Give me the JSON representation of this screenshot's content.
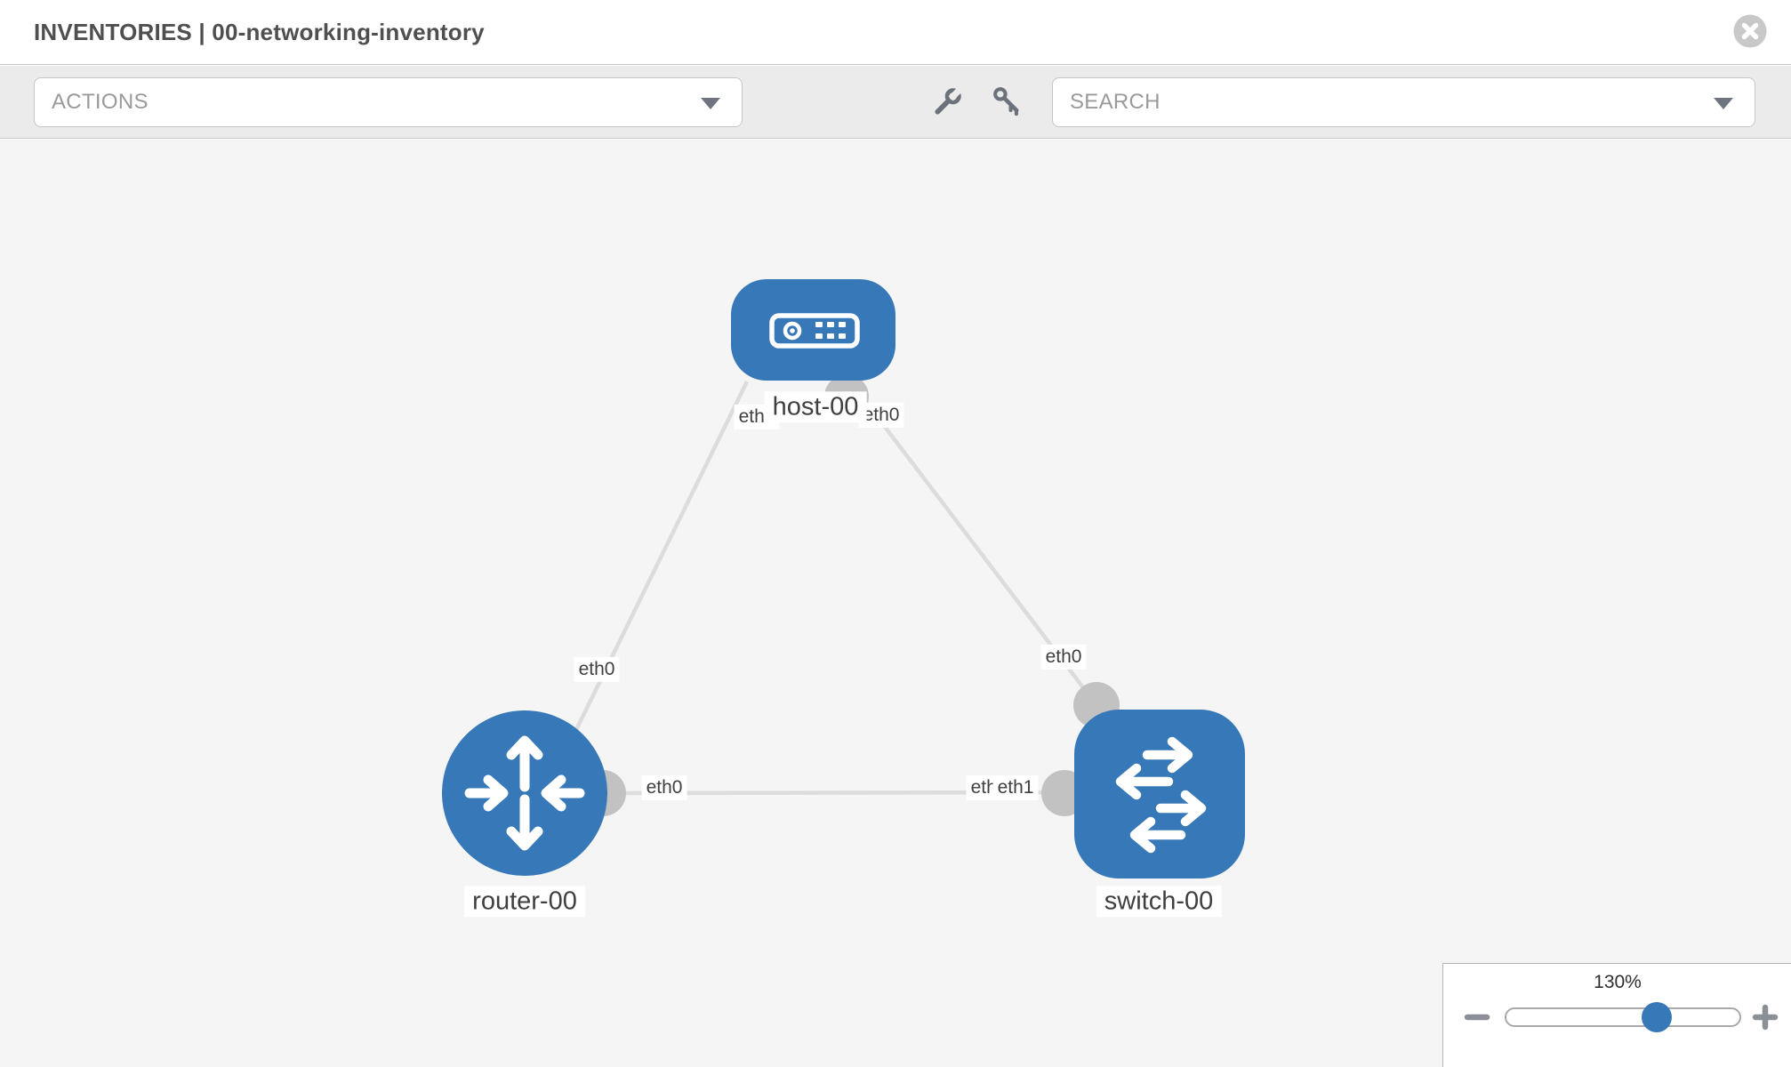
{
  "header": {
    "title": "INVENTORIES | 00-networking-inventory"
  },
  "toolbar": {
    "actions_label": "ACTIONS",
    "search_placeholder": "SEARCH"
  },
  "topology": {
    "nodes": {
      "host": {
        "label": "host-00",
        "type": "host"
      },
      "router": {
        "label": "router-00",
        "type": "router"
      },
      "switch": {
        "label": "switch-00",
        "type": "switch"
      }
    },
    "interfaces": {
      "host_left": "eth0",
      "host_right": "eth0",
      "router_top": "eth0",
      "switch_top": "eth0",
      "link_router_side": "eth0",
      "link_switch_hidden": "eth0",
      "link_switch_side": "eth1"
    },
    "edges": [
      {
        "from": "host-00",
        "to": "router-00"
      },
      {
        "from": "host-00",
        "to": "switch-00"
      },
      {
        "from": "router-00",
        "to": "switch-00"
      }
    ]
  },
  "zoom_control": {
    "level": "130%",
    "percent": 130
  },
  "colors": {
    "node_blue": "#3778b8",
    "edge_gray": "#dcdcdc",
    "port_gray": "#c2c2c2",
    "canvas_bg": "#f5f5f5",
    "toolbar_bg": "#ebebeb"
  }
}
